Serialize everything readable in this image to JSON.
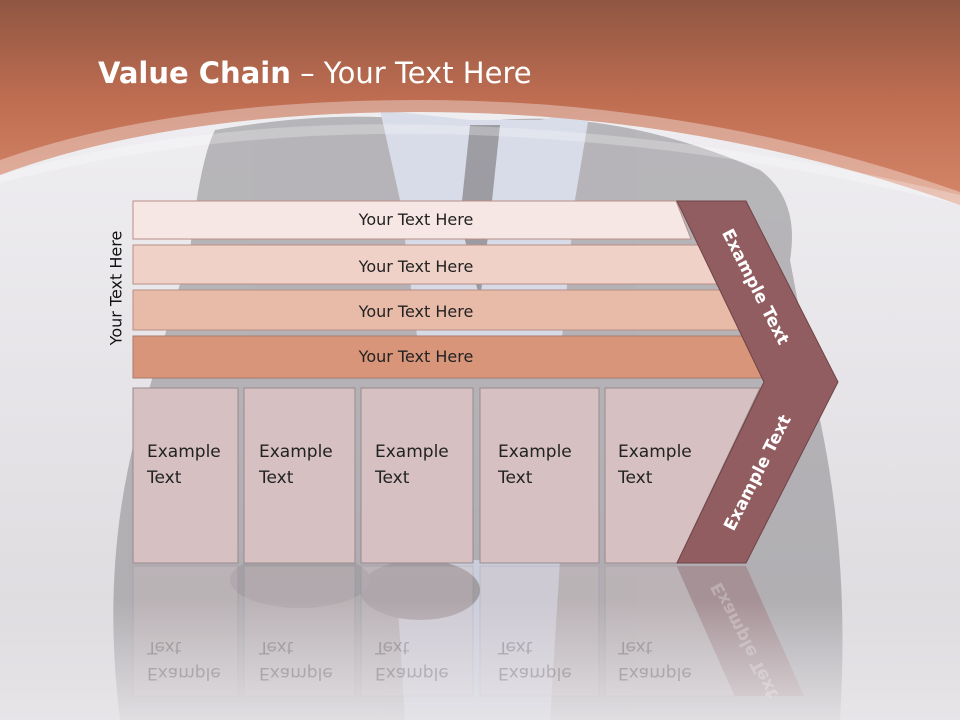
{
  "slide": {
    "title_bold": "Value Chain",
    "title_rest": " – Your Text Here",
    "side_label": "Your Text Here"
  },
  "bands": [
    {
      "label": "Your Text Here",
      "color": "#f6e7e4"
    },
    {
      "label": "Your Text Here",
      "color": "#efd1c7"
    },
    {
      "label": "Your Text Here",
      "color": "#e8bba9"
    },
    {
      "label": "Your Text Here",
      "color": "#d8957a"
    }
  ],
  "cells": [
    {
      "label": "Example\nText"
    },
    {
      "label": "Example\nText"
    },
    {
      "label": "Example\nText"
    },
    {
      "label": "Example\nText"
    },
    {
      "label": "Example\nText"
    }
  ],
  "chevron": {
    "upper_label": "Example Text",
    "lower_label": "Example Text",
    "color": "#925d60"
  },
  "colors": {
    "header": "#c9765a",
    "cell_fill": "#d6c0c2"
  }
}
